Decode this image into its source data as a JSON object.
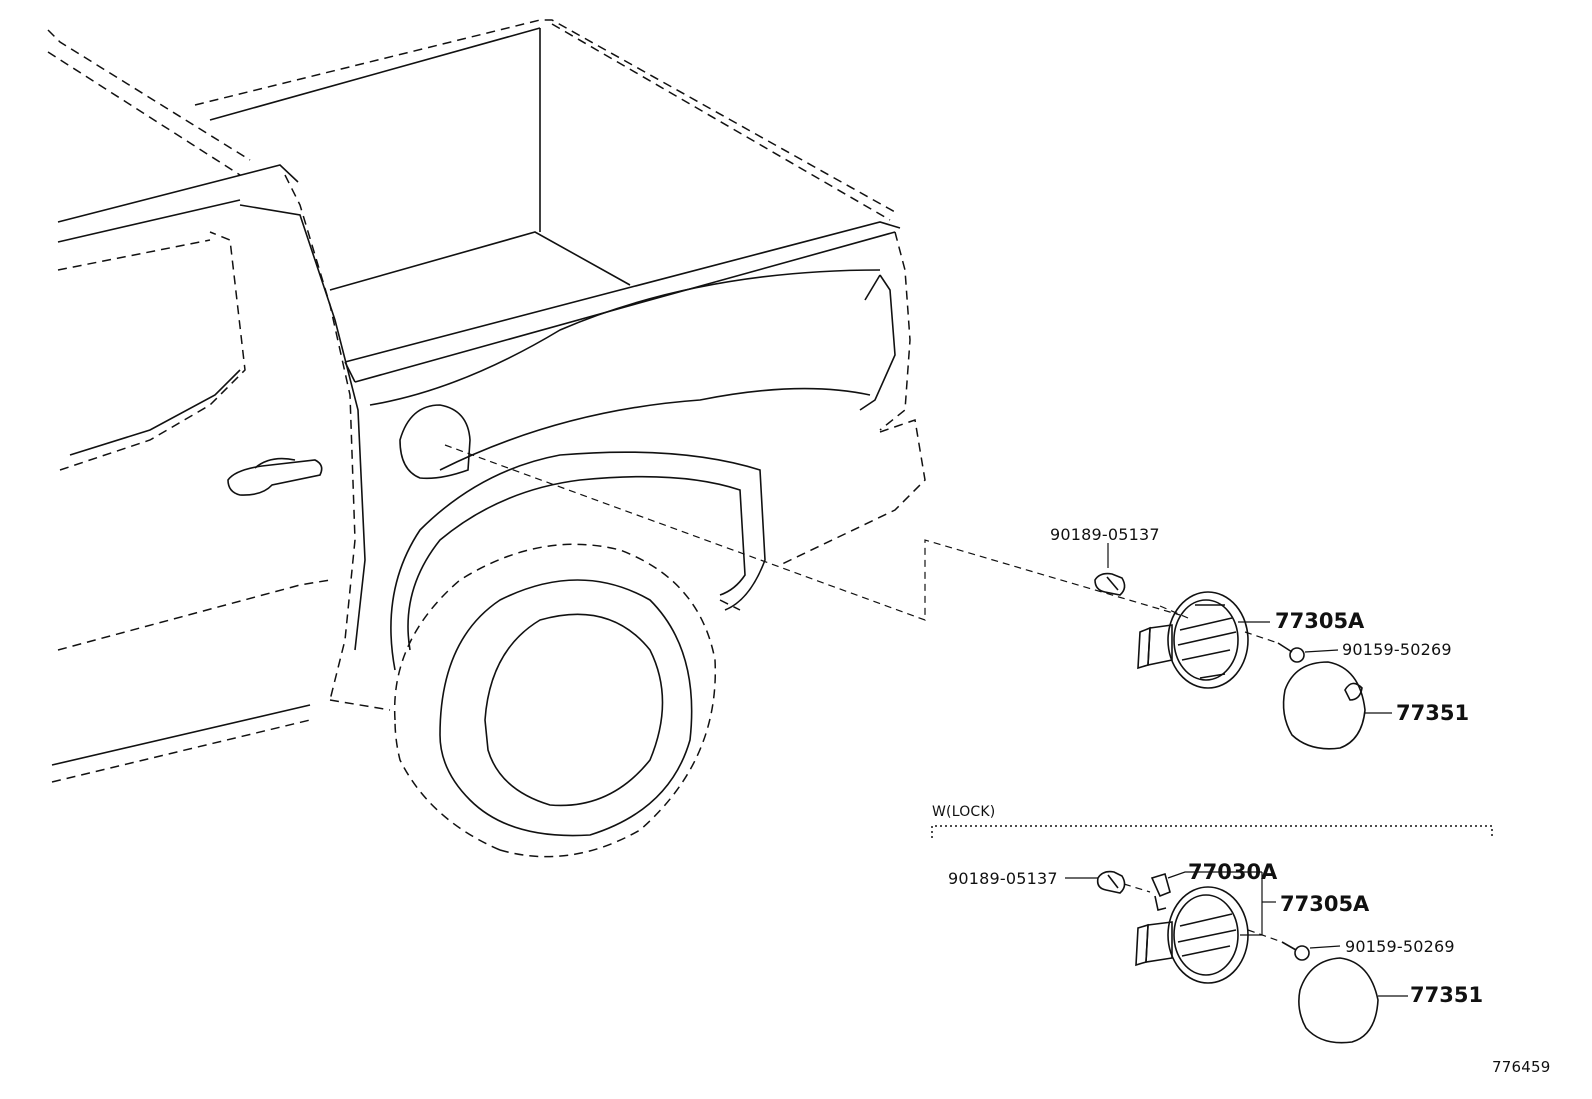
{
  "callouts": {
    "upper_clip": "90189-05137",
    "upper_door_assy": "77305A",
    "upper_screw": "90159-50269",
    "upper_cap": "77351",
    "variant_heading": "W(LOCK)",
    "lower_clip": "90189-05137",
    "lower_lock_part": "77030A",
    "lower_door_assy": "77305A",
    "lower_screw": "90159-50269",
    "lower_cap": "77351"
  },
  "illustration_id": "776459"
}
